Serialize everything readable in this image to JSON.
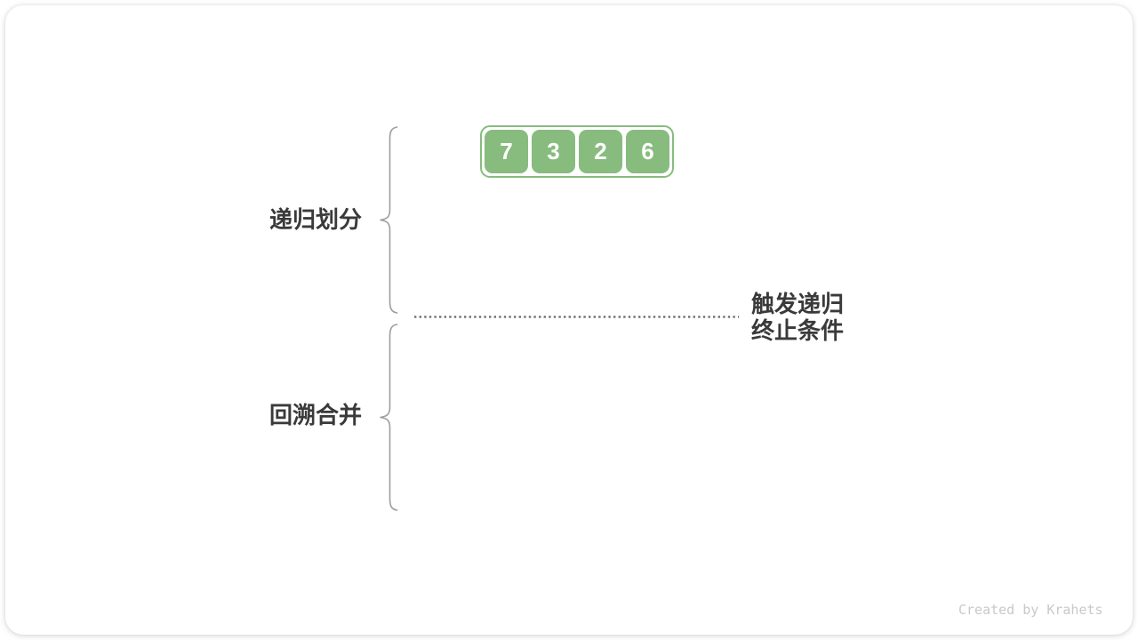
{
  "diagram": {
    "array": {
      "values": [
        "7",
        "3",
        "2",
        "6"
      ]
    },
    "labels": {
      "divide": "递归划分",
      "merge": "回溯合并",
      "base_case_line1": "触发递归",
      "base_case_line2": "终止条件"
    },
    "watermark": "Created by Krahets"
  },
  "colors": {
    "cell-green": "#87BC7E",
    "text-dark": "#3A3A3A",
    "brace-gray": "#9E9E9E",
    "dotted-gray": "#666666",
    "watermark-gray": "#C9C9C9"
  }
}
